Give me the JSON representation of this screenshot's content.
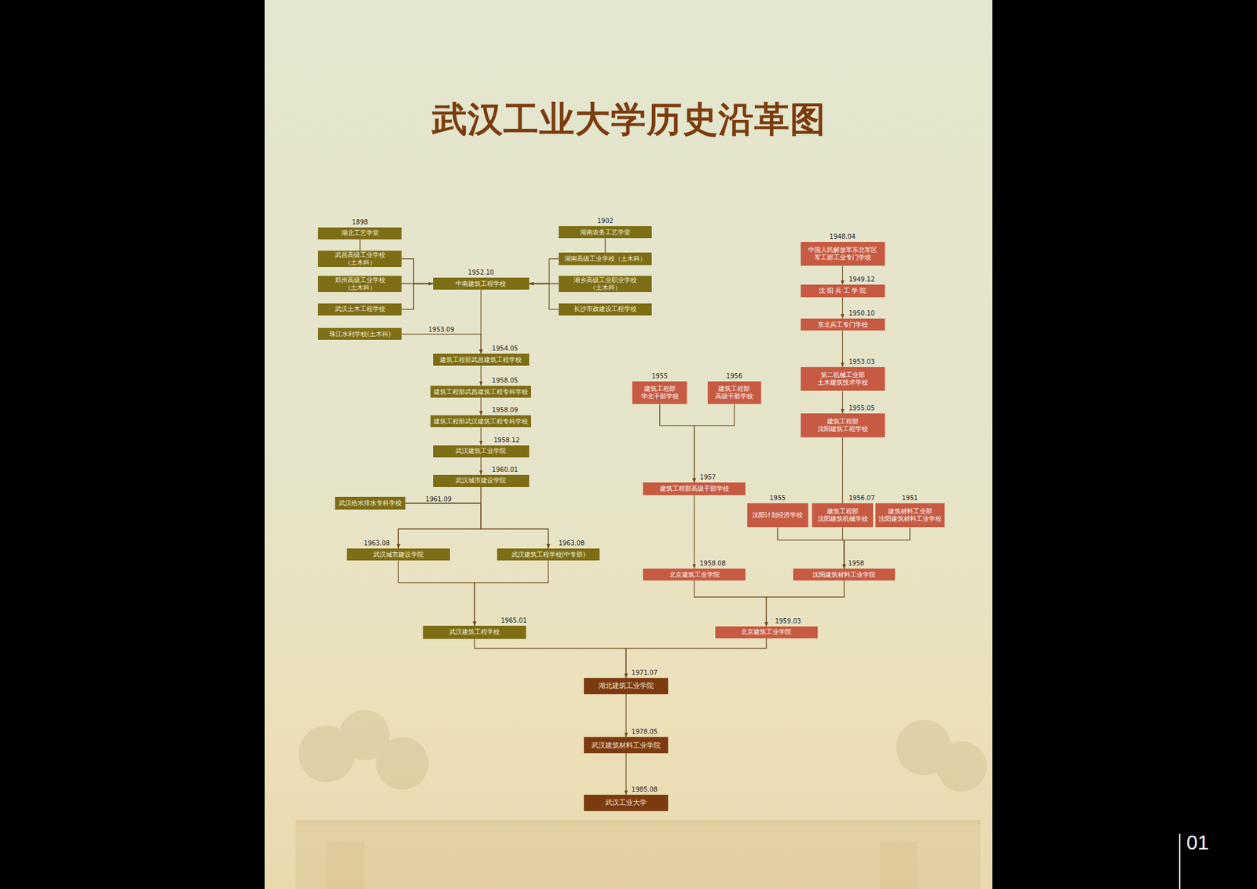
{
  "diagram": {
    "title": "武汉工业大学历史沿革图",
    "nodes": [
      {
        "text": [
          "1898",
          "湖北工艺学堂"
        ]
      },
      {
        "text": [
          "武昌高级工业学校（土木科）"
        ]
      },
      {
        "text": [
          "郑州高级工业学校（土木科）"
        ]
      },
      {
        "text": [
          "武汉土木工程学校"
        ]
      },
      {
        "text": [
          "1902",
          "湖南农务工艺学堂"
        ]
      },
      {
        "text": [
          "湖南高级工业学校（土木科）"
        ]
      },
      {
        "text": [
          "湘乡高级工业职业学校（土木科）"
        ]
      },
      {
        "text": [
          "长沙市政建设工程学校"
        ]
      },
      {
        "text": [
          "1952.10",
          "中南建筑工程学校"
        ]
      },
      {
        "text": [
          "珠江水利学校(土木科)"
        ]
      },
      {
        "text": [
          "1954.05",
          "建筑工程部武昌建筑工程学校"
        ]
      },
      {
        "text": [
          "1958.05",
          "建筑工程部武昌建筑工程专科学校"
        ]
      },
      {
        "text": [
          "1958.09",
          "建筑工程部武汉建筑工程专科学校"
        ]
      },
      {
        "text": [
          "1958.12",
          "武汉建筑工业学院"
        ]
      },
      {
        "text": [
          "1960.01",
          "武汉城市建设学院"
        ]
      },
      {
        "text": [
          "武汉给水排水专科学校"
        ]
      },
      {
        "text": [
          "1963.08",
          "武汉城市建设学院"
        ]
      },
      {
        "text": [
          "1963.08",
          "武汉建筑工程学校(中专部)"
        ]
      },
      {
        "text": [
          "1965.01",
          "武汉建筑工程学校"
        ]
      },
      {
        "text": [
          "1948.04",
          "中国人民解放军东北军区 军工部工业专门学校"
        ]
      },
      {
        "text": [
          "1949.12",
          "沈 阳 兵 工 学 院"
        ]
      },
      {
        "text": [
          "1950.10",
          "东北兵工专门学校"
        ]
      },
      {
        "text": [
          "1953.03",
          "第二机械工业部 土木建筑技术学校"
        ]
      },
      {
        "text": [
          "1955.05",
          "建筑工程部 沈阳建筑工程学校"
        ]
      },
      {
        "text": [
          "1955",
          "建筑工程部 华北干部学校"
        ]
      },
      {
        "text": [
          "1956",
          "建筑工程部 高级干部学校"
        ]
      },
      {
        "text": [
          "1957",
          "建筑工程部高级干部学校"
        ]
      },
      {
        "text": [
          "1955",
          "沈阳计划经济学校"
        ]
      },
      {
        "text": [
          "1956.07",
          "建筑工程部 沈阳建筑机械学校"
        ]
      },
      {
        "text": [
          "1951",
          "建筑材料工业部 沈阳建筑材料工业学校"
        ]
      },
      {
        "text": [
          "1958.08",
          "北京建筑工业学院"
        ]
      },
      {
        "text": [
          "1958",
          "沈阳建筑材料工业学院"
        ]
      },
      {
        "text": [
          "1959.03",
          "北京建筑工业学院"
        ]
      },
      {
        "text": [
          "1971.07",
          "湖北建筑工业学院"
        ]
      },
      {
        "text": [
          "1978.05",
          "武汉建筑材料工业学院"
        ]
      },
      {
        "text": [
          "1985.08",
          "武汉工业大学"
        ]
      }
    ],
    "edges": [
      {
        "from": 0,
        "to": 1,
        "arrow": "none"
      },
      {
        "from": 1,
        "to": 8,
        "arrow": "to"
      },
      {
        "from": 2,
        "to": 8,
        "arrow": "to"
      },
      {
        "from": 3,
        "to": 8,
        "arrow": "to"
      },
      {
        "from": 4,
        "to": 5,
        "arrow": "none"
      },
      {
        "from": 5,
        "to": 8,
        "arrow": "to"
      },
      {
        "from": 6,
        "to": 8,
        "arrow": "to"
      },
      {
        "from": 7,
        "to": 8,
        "arrow": "to"
      },
      {
        "from": 8,
        "to": 10,
        "arrow": "to"
      },
      {
        "from": 9,
        "to": 10,
        "label": "1953.09",
        "arrow": "to"
      },
      {
        "from": 10,
        "to": 11,
        "arrow": "to"
      },
      {
        "from": 11,
        "to": 12,
        "arrow": "to"
      },
      {
        "from": 12,
        "to": 13,
        "arrow": "to"
      },
      {
        "from": 13,
        "to": 14,
        "arrow": "to"
      },
      {
        "from": 14,
        "to": 16,
        "arrow": "to"
      },
      {
        "from": 14,
        "to": 17,
        "arrow": "to"
      },
      {
        "from": 15,
        "to": 16,
        "arrow": "to"
      },
      {
        "from": 15,
        "to": 17,
        "arrow": "to"
      },
      {
        "from": 16,
        "to": 18,
        "arrow": "to"
      },
      {
        "from": 17,
        "to": 18,
        "arrow": "to"
      },
      {
        "from": 19,
        "to": 20,
        "arrow": "to"
      },
      {
        "from": 20,
        "to": 21,
        "arrow": "to"
      },
      {
        "from": 21,
        "to": 22,
        "arrow": "to"
      },
      {
        "from": 22,
        "to": 23,
        "arrow": "to"
      },
      {
        "from": 24,
        "to": 26,
        "arrow": "to"
      },
      {
        "from": 25,
        "to": 26,
        "arrow": "to"
      },
      {
        "from": 26,
        "to": 30,
        "arrow": "to"
      },
      {
        "from": 23,
        "to": 28,
        "arrow": "none"
      },
      {
        "from": 27,
        "to": 31,
        "arrow": "to"
      },
      {
        "from": 28,
        "to": 31,
        "arrow": "to"
      },
      {
        "from": 29,
        "to": 31,
        "arrow": "to"
      },
      {
        "from": 30,
        "to": 32,
        "arrow": "to"
      },
      {
        "from": 31,
        "to": 32,
        "arrow": "to"
      },
      {
        "from": 18,
        "to": 33,
        "arrow": "to"
      },
      {
        "from": 32,
        "to": 33,
        "arrow": "to"
      },
      {
        "from": 33,
        "to": 34,
        "arrow": "to"
      },
      {
        "from": 34,
        "to": 35,
        "arrow": "to"
      }
    ],
    "labels": [
      "1961.09",
      "01"
    ]
  }
}
